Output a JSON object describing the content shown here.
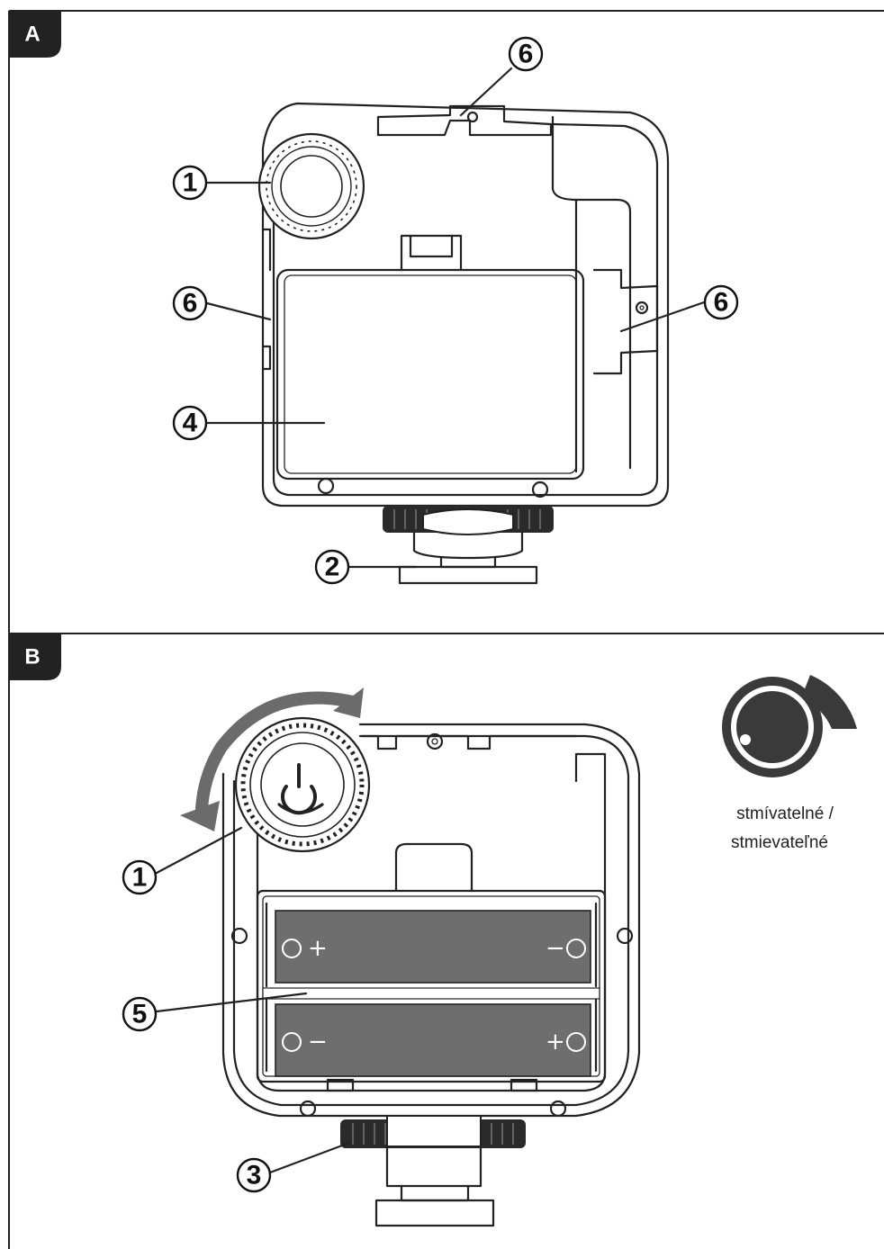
{
  "panels": [
    {
      "id": "A",
      "tab_label": "A"
    },
    {
      "id": "B",
      "tab_label": "B"
    }
  ],
  "callouts_a": [
    "1",
    "6",
    "6",
    "6",
    "4",
    "2"
  ],
  "callouts_b": [
    "1",
    "5",
    "3"
  ],
  "battery": {
    "cell1_left": "+",
    "cell1_right": "−",
    "cell2_left": "−",
    "cell2_right": "+"
  },
  "dimmable_caption": {
    "line1": "stmívatelné /",
    "line2": "stmievateľné"
  },
  "icons": [
    "power-icon",
    "rotate-arrow-icon",
    "dimmer-knob-icon"
  ],
  "colors": {
    "ink": "#222222",
    "battery_fill": "#6e6e6e",
    "tab": "#222222"
  }
}
